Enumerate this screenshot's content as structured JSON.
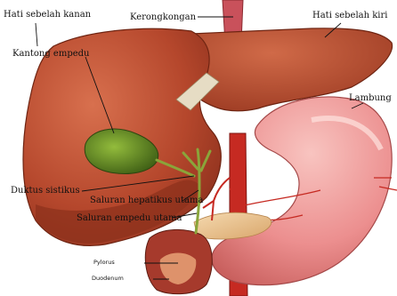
{
  "diagram": {
    "labels": {
      "right_liver": "Hati sebelah kanan",
      "esophagus": "Kerongkongan",
      "left_liver": "Hati sebelah kiri",
      "gallbladder": "Kantong empedu",
      "stomach": "Lambung",
      "cystic_duct": "Duktus sistikus",
      "common_hepatic_duct": "Saluran hepatikus utama",
      "common_bile_duct": "Saluran empedu utama",
      "pylorus": "Pylorus",
      "duodenum": "Duodenum"
    },
    "colors": {
      "liver": "#b5472c",
      "liver_highlight": "#d8704e",
      "gallbladder": "#5e8a22",
      "stomach": "#ec8f8f",
      "stomach_highlight": "#f8c4c0",
      "aorta": "#c62a22",
      "esophagus": "#c9515b",
      "pancreas": "#f0c99a",
      "duodenum": "#a63a2c",
      "bile_duct": "#8aa53a"
    }
  }
}
